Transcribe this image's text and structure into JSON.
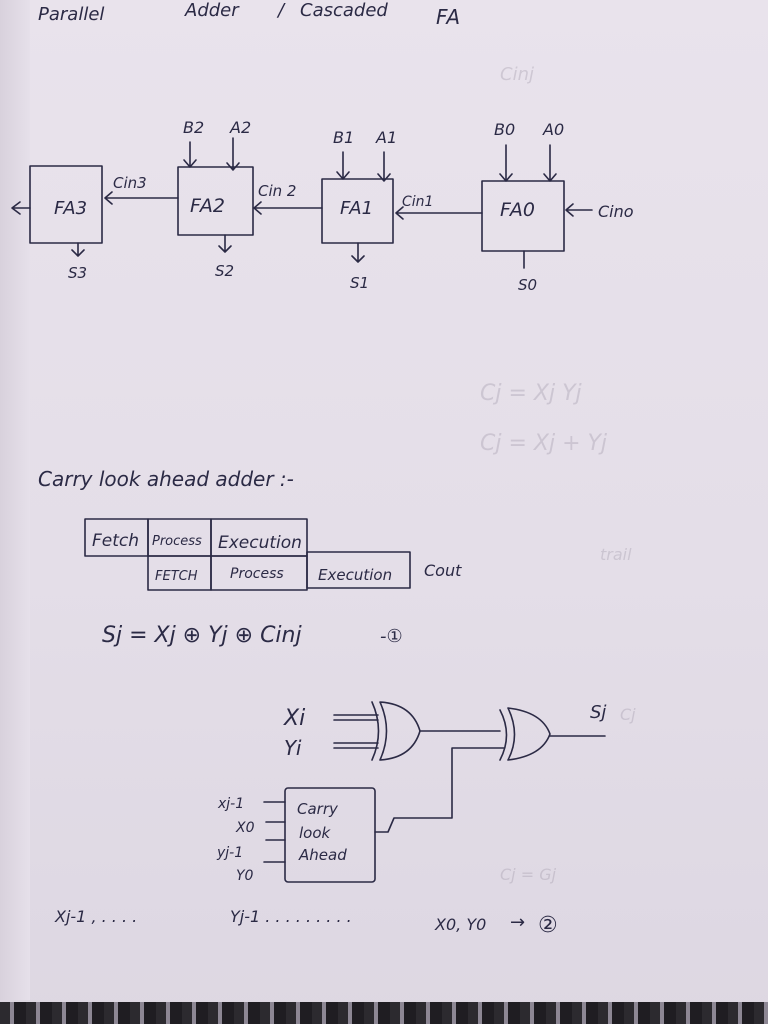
{
  "heading": {
    "word1": "Parallel",
    "word2": "Adder",
    "sep": "/",
    "word3": "Cascaded",
    "word4": "FA"
  },
  "cascade": {
    "blocks": {
      "fa3": "FA3",
      "fa2": "FA2",
      "fa1": "FA1",
      "fa0": "FA0"
    },
    "inputs": {
      "b2": "B2",
      "a2": "A2",
      "b1": "B1",
      "a1": "A1",
      "b0": "B0",
      "a0": "A0"
    },
    "carries": {
      "cin3": "Cin3",
      "cin2": "Cin 2",
      "cin1": "Cin1",
      "cin0": "Cino"
    },
    "sums": {
      "s3": "S3",
      "s2": "S2",
      "s1": "S1",
      "s0": "S0"
    }
  },
  "cla_title": "Carry look ahead adder :-",
  "pipeline": {
    "row1": [
      "Fetch",
      "Process",
      "Execution"
    ],
    "row2": [
      "FETCH",
      "Process",
      "Execution"
    ],
    "cout": "Cout"
  },
  "equation": {
    "text": "Sj = Xj ⊕ Yj ⊕ Cinj",
    "number": "-①"
  },
  "circuit": {
    "input_x": "Xi",
    "input_y": "Yi",
    "output": "Sj",
    "cla_inputs": [
      "xj-1",
      "X0",
      "yj-1",
      "Y0"
    ],
    "cla_box": [
      "Carry",
      "look",
      "Ahead"
    ]
  },
  "footer": {
    "part1": "Xj-1 , . . . .",
    "part2": "Yj-1 . . . . . . . . .",
    "part3": "X0, Y0",
    "arrow": "→",
    "number": "②"
  }
}
